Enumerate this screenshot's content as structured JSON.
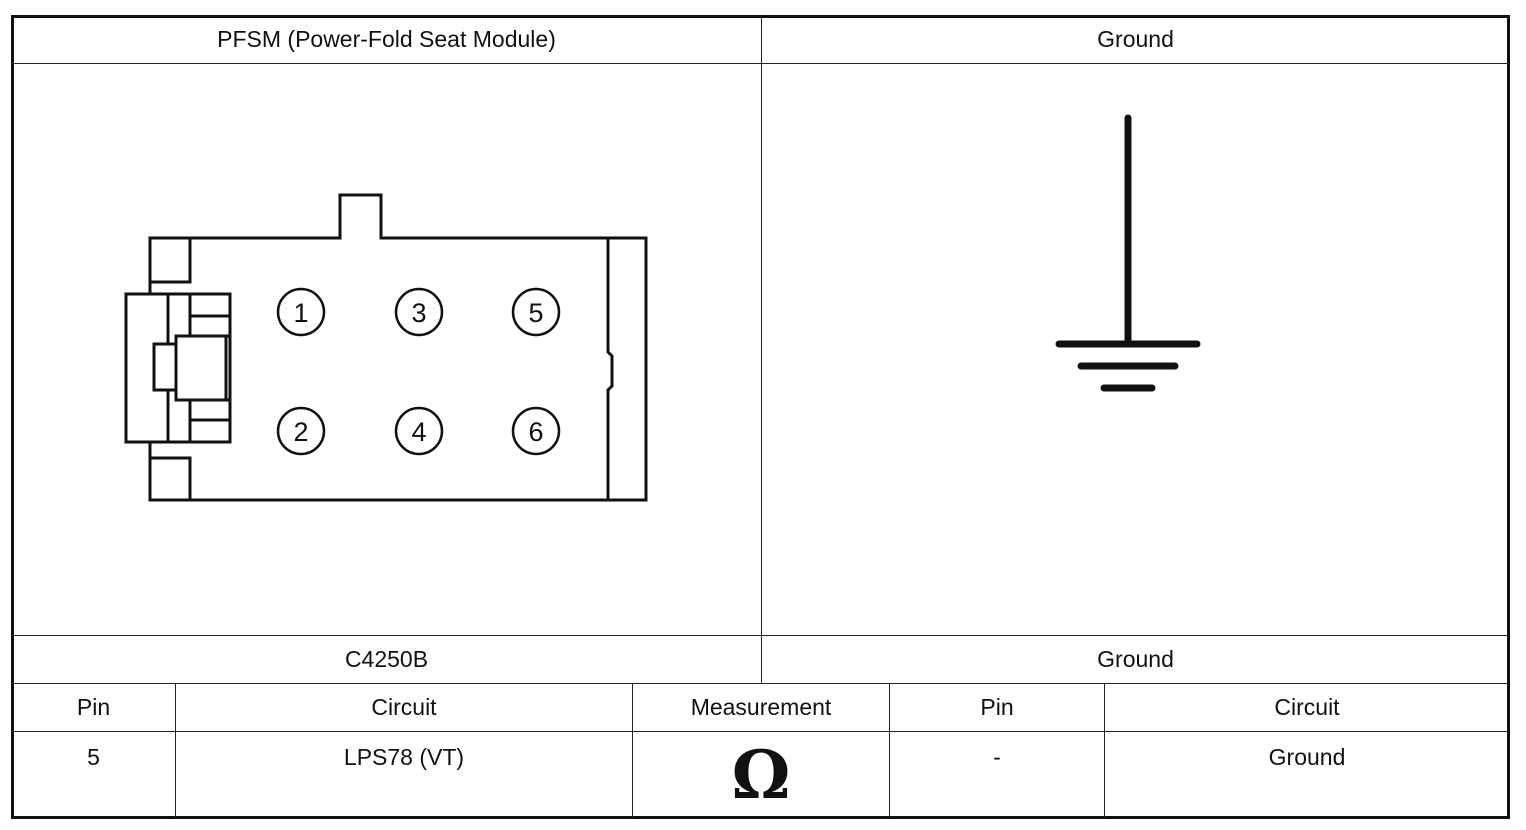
{
  "connector": {
    "title": "PFSM (Power-Fold Seat Module)",
    "id": "C4250B",
    "pins": [
      "1",
      "2",
      "3",
      "4",
      "5",
      "6"
    ]
  },
  "ground": {
    "title": "Ground",
    "id": "Ground",
    "icon": "ground-symbol-icon"
  },
  "table": {
    "headers": [
      "Pin",
      "Circuit",
      "Measurement",
      "Pin",
      "Circuit"
    ],
    "row": {
      "pin": "5",
      "circuit": "LPS78 (VT)",
      "measurement_icon": "ohm-icon",
      "measurement_symbol": "Ω",
      "pin2": "-",
      "circuit2": "Ground"
    }
  }
}
